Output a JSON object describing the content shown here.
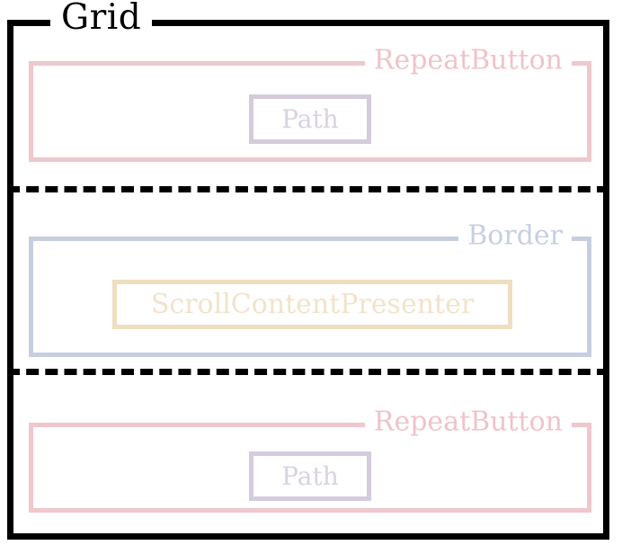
{
  "diagram": {
    "title": "Grid",
    "root": {
      "label": "Grid",
      "color": "#000000",
      "border_style": "solid"
    },
    "row_separators": [
      {
        "name": "row-separator-1",
        "style": "dashed",
        "color": "#000000"
      },
      {
        "name": "row-separator-2",
        "style": "dashed",
        "color": "#000000"
      }
    ],
    "rows": [
      {
        "index": 0,
        "container": {
          "label": "RepeatButton",
          "color": "#efc7cd",
          "text_color": "#f0c3c9"
        },
        "child": {
          "label": "Path",
          "color": "#d4ccdd",
          "text_color": "#d9d2e2"
        }
      },
      {
        "index": 1,
        "container": {
          "label": "Border",
          "color": "#c6cee0",
          "text_color": "#c7cfe1"
        },
        "child": {
          "label": "ScrollContentPresenter",
          "color": "#efdec0",
          "text_color": "#f2e3c9"
        }
      },
      {
        "index": 2,
        "container": {
          "label": "RepeatButton",
          "color": "#efc7cd",
          "text_color": "#f0c3c9"
        },
        "child": {
          "label": "Path",
          "color": "#d4ccdd",
          "text_color": "#d9d2e2"
        }
      }
    ]
  }
}
